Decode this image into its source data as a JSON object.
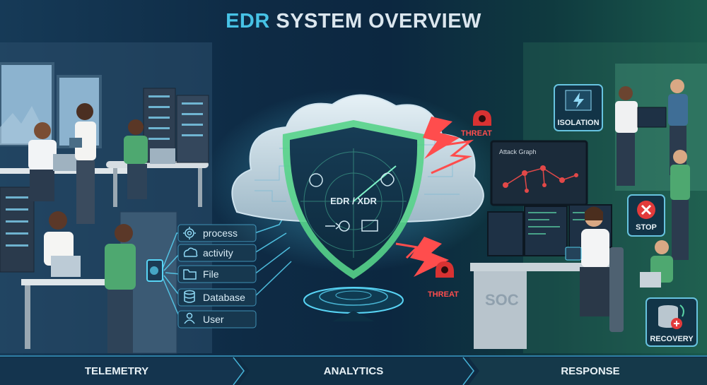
{
  "title": {
    "accent": "EDR",
    "rest": " SYSTEM OVERVIEW"
  },
  "telemetry_items": [
    {
      "label": "process",
      "icon": "gear-icon"
    },
    {
      "label": "activity",
      "icon": "cloud-icon"
    },
    {
      "label": "File",
      "icon": "folder-icon"
    },
    {
      "label": "Database",
      "icon": "database-icon"
    },
    {
      "label": "User",
      "icon": "user-icon"
    }
  ],
  "core": {
    "label": "EDR / XDR"
  },
  "threats": [
    "THREAT",
    "THREAT"
  ],
  "attack_graph": {
    "title": "Attack Graph"
  },
  "soc_label": "SOC",
  "response_actions": {
    "isolation": "ISOLATION",
    "stop": "STOP",
    "recovery": "RECOVERY"
  },
  "phases": [
    "TELEMETRY",
    "ANALYTICS",
    "RESPONSE"
  ],
  "colors": {
    "accent": "#47c3e6",
    "threat": "#ff4d4d",
    "response_green": "#2f8f6b",
    "stop_red": "#e23b3b"
  }
}
